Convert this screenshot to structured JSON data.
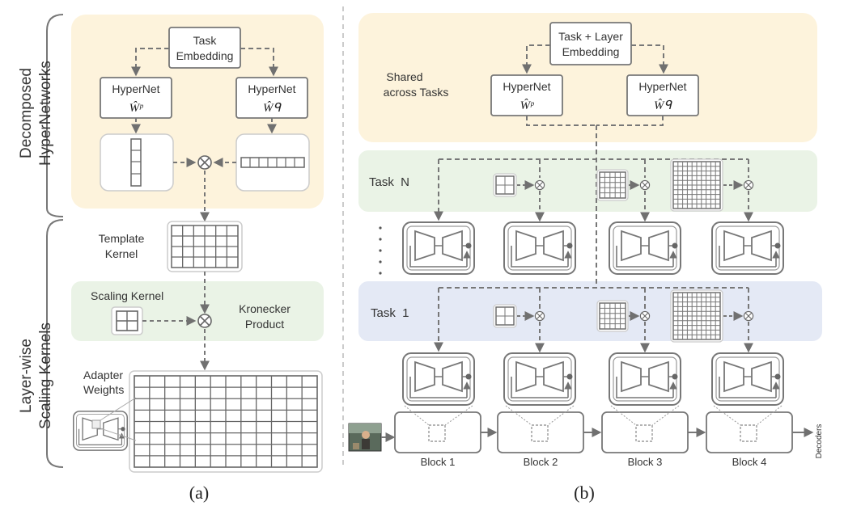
{
  "panel_a": {
    "side_label_top_1": "Decomposed",
    "side_label_top_2": "HyperNetworks",
    "side_label_bottom_1": "Layer-wise",
    "side_label_bottom_2": "Scaling Kernels",
    "task_embedding_1": "Task",
    "task_embedding_2": "Embedding",
    "hypernet_left": "HyperNet",
    "hypernet_left_sym": "Ŵᵖ",
    "hypernet_right": "HyperNet",
    "hypernet_right_sym": "Ŵᑫ",
    "template_kernel_1": "Template",
    "template_kernel_2": "Kernel",
    "scaling_kernel": "Scaling Kernel",
    "kronecker_1": "Kronecker",
    "kronecker_2": "Product",
    "adapter_weights_1": "Adapter",
    "adapter_weights_2": "Weights",
    "caption": "(a)"
  },
  "panel_b": {
    "task_layer_embedding_1": "Task + Layer",
    "task_layer_embedding_2": "Embedding",
    "shared_1": "Shared",
    "shared_2": "across Tasks",
    "hypernet_left": "HyperNet",
    "hypernet_left_sym": "Ŵᵖ",
    "hypernet_right": "HyperNet",
    "hypernet_right_sym": "Ŵᑫ",
    "task_n": "Task  N",
    "task_1": "Task  1",
    "blocks": [
      "Block 1",
      "Block 2",
      "Block 3",
      "Block 4"
    ],
    "decoders": "Decoders",
    "caption": "(b)"
  },
  "colors": {
    "yellow_bg": "#fdf3dc",
    "green_bg": "#eaf3e6",
    "blue_bg": "#e4e9f5",
    "line": "#777777"
  }
}
